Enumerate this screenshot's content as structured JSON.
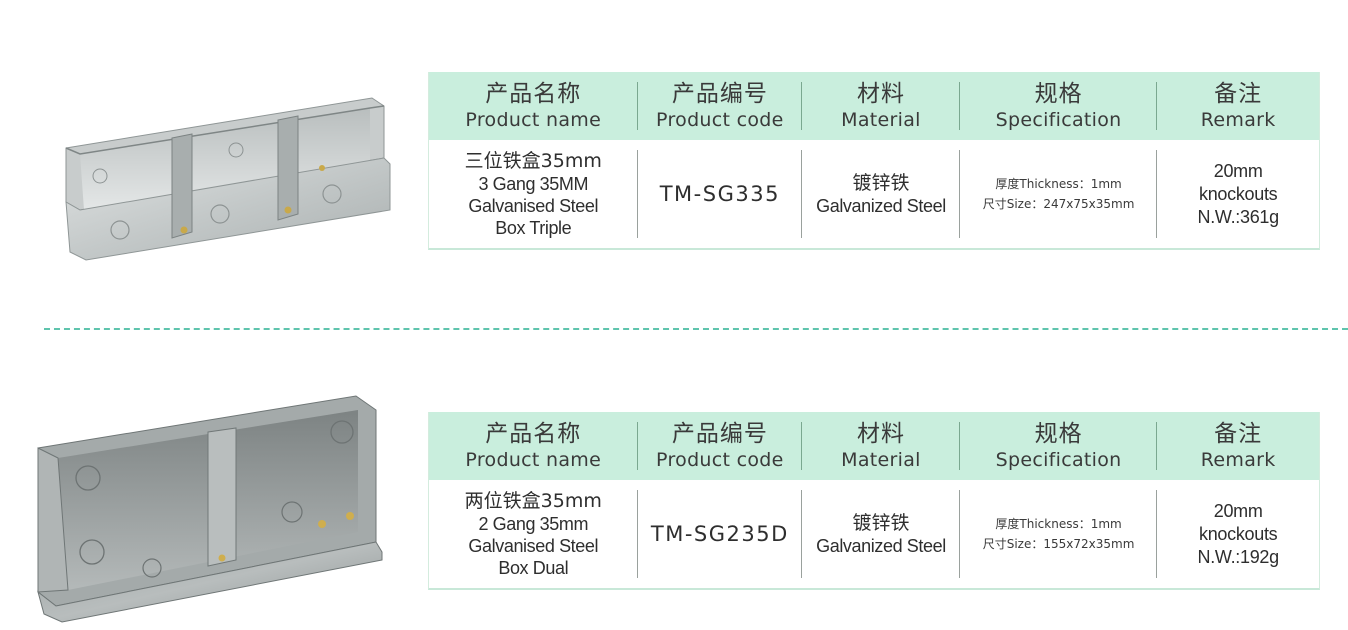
{
  "headers": {
    "name_zh": "产品名称",
    "name_en": "Product name",
    "code_zh": "产品编号",
    "code_en": "Product code",
    "material_zh": "材料",
    "material_en": "Material",
    "spec_zh": "规格",
    "spec_en": "Specification",
    "remark_zh": "备注",
    "remark_en": "Remark"
  },
  "products": [
    {
      "name_zh": "三位铁盒35mm",
      "name_en_lines": [
        "3 Gang 35MM",
        "Galvanised Steel",
        "Box Triple"
      ],
      "code": "TM-SG335",
      "material_zh": "镀锌铁",
      "material_en": "Galvanized Steel",
      "spec_thickness": "厚度Thickness：1mm",
      "spec_size": "尺寸Size：247x75x35mm",
      "remark_lines": [
        "20mm",
        "knockouts",
        "N.W.:361g"
      ],
      "image_icon": "triple-gang-steel-box-photo"
    },
    {
      "name_zh": "两位铁盒35mm",
      "name_en_lines": [
        "2 Gang 35mm",
        "Galvanised Steel",
        "Box Dual"
      ],
      "code": "TM-SG235D",
      "material_zh": "镀锌铁",
      "material_en": "Galvanized Steel",
      "spec_thickness": "厚度Thickness：1mm",
      "spec_size": "尺寸Size：155x72x35mm",
      "remark_lines": [
        "20mm",
        "knockouts",
        "N.W.:192g"
      ],
      "image_icon": "dual-gang-steel-box-photo"
    }
  ],
  "colors": {
    "header_bg": "#c9eedd",
    "divider": "#5fc4ad",
    "steel_light": "#d3d6d6",
    "steel_dark": "#8e9494"
  }
}
